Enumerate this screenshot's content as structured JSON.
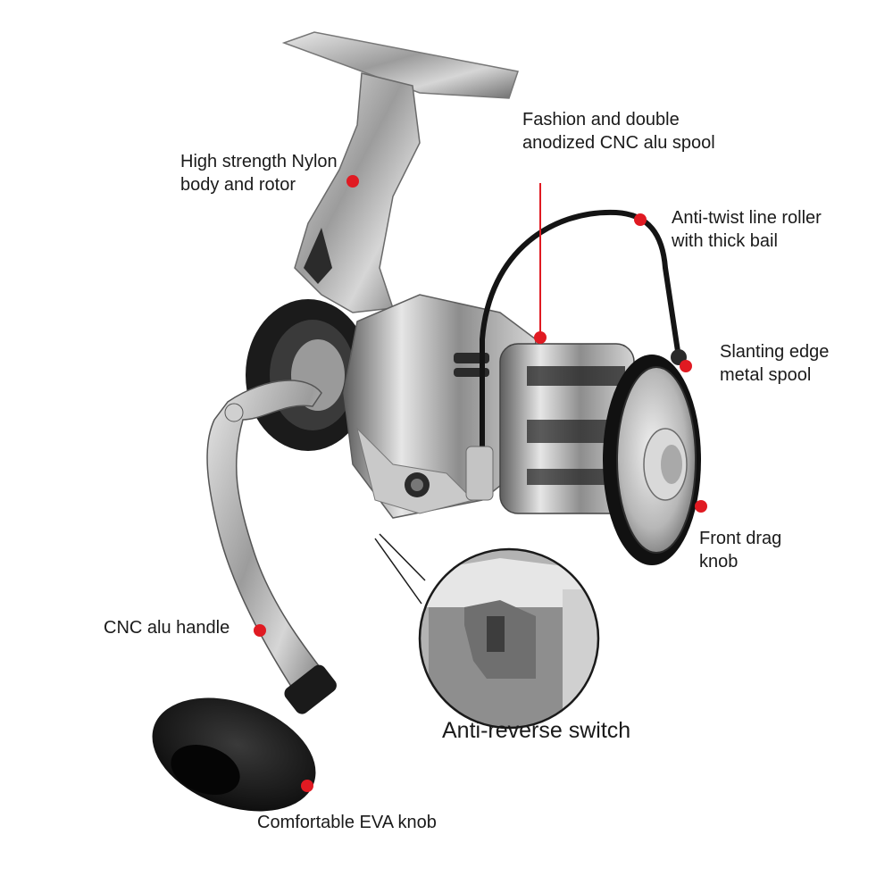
{
  "annotations": {
    "body_rotor": [
      "High strength Nylon",
      "body and rotor"
    ],
    "spool_design": [
      "Fashion and double",
      "anodized CNC alu spool"
    ],
    "line_roller": [
      "Anti-twist line roller",
      "with thick bail"
    ],
    "metal_spool": [
      "Slanting edge",
      "metal spool"
    ],
    "drag_knob": [
      "Front drag",
      "knob"
    ],
    "handle": [
      "CNC alu handle"
    ],
    "eva_knob": [
      "Comfortable EVA knob"
    ],
    "anti_reverse": [
      "Anti-reverse switch"
    ]
  },
  "colors": {
    "marker": "#e01a22",
    "text": "#1a1a1a",
    "metal": "#b8b8b8",
    "dark": "#1c1c1c"
  }
}
